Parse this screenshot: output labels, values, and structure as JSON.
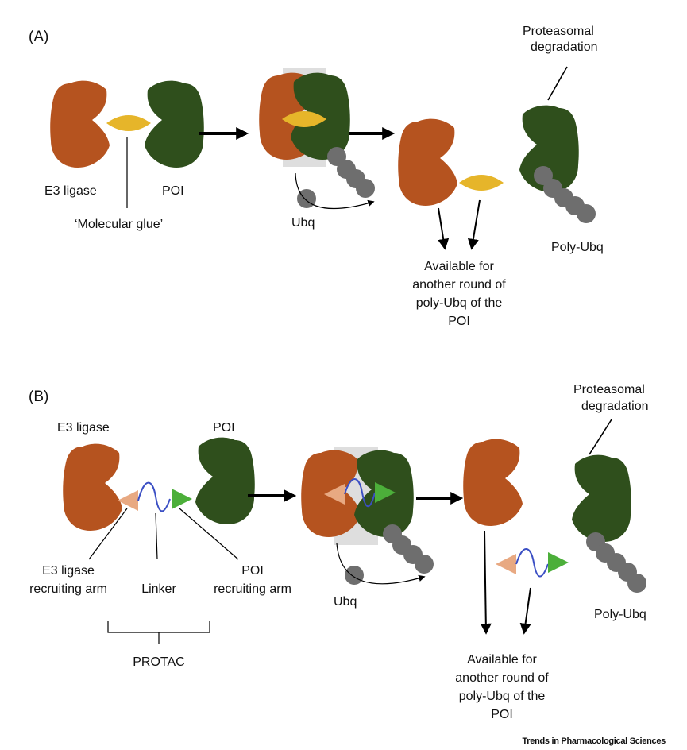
{
  "colors": {
    "e3_ligase": "#b5531f",
    "poi": "#2f4f1c",
    "molecular_glue": "#e6b52a",
    "ubiquitin": "#6e6e6e",
    "e3_recruiting_arm": "#e8a982",
    "poi_recruiting_arm": "#4caf3a",
    "linker": "#3b4fc4",
    "ternary_complex_highlight": "#dedede",
    "arrow": "#000000"
  },
  "panel_a": {
    "label": "(A)",
    "e3_ligase": "E3 ligase",
    "poi": "POI",
    "molecular_glue": "‘Molecular glue’",
    "ubq": "Ubq",
    "proteasomal_line1": "Proteasomal",
    "proteasomal_line2": "degradation",
    "poly_ubq": "Poly-Ubq",
    "available_line1": "Available for",
    "available_line2": "another round of",
    "available_line3": "poly-Ubq of the",
    "available_line4": "POI"
  },
  "panel_b": {
    "label": "(B)",
    "e3_ligase": "E3 ligase",
    "poi": "POI",
    "e3_arm_line1": "E3 ligase",
    "e3_arm_line2": "recruiting arm",
    "linker": "Linker",
    "poi_arm_line1": "POI",
    "poi_arm_line2": "recruiting arm",
    "protac": "PROTAC",
    "ubq": "Ubq",
    "proteasomal_line1": "Proteasomal",
    "proteasomal_line2": "degradation",
    "poly_ubq": "Poly-Ubq",
    "available_line1": "Available for",
    "available_line2": "another round of",
    "available_line3": "poly-Ubq of the",
    "available_line4": "POI"
  },
  "footer": "Trends in Pharmacological Sciences"
}
